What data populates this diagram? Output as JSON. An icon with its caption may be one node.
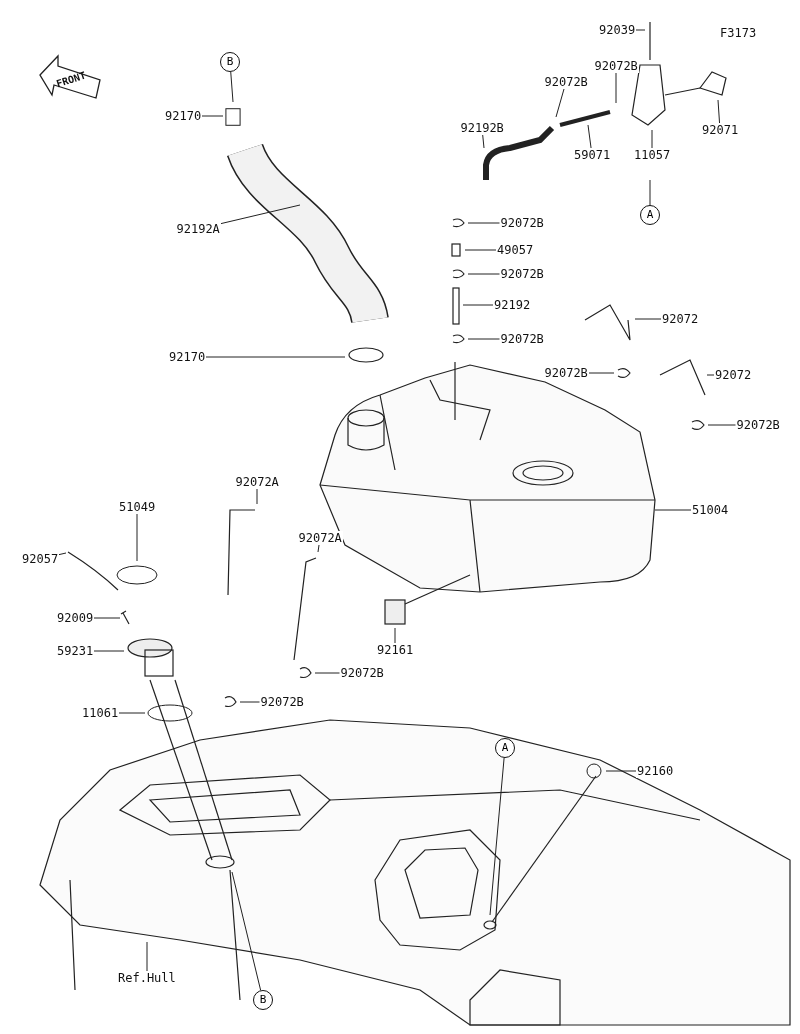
{
  "diagram": {
    "nodes": [
      {
        "text": [
          "B"
        ]
      },
      {
        "text": [
          "92170"
        ]
      },
      {
        "text": [
          "92192A"
        ]
      },
      {
        "text": [
          "92170"
        ]
      },
      {
        "text": [
          "92039"
        ]
      },
      {
        "text": [
          "92072B"
        ]
      },
      {
        "text": [
          "92072B"
        ]
      },
      {
        "text": [
          "92192B"
        ]
      },
      {
        "text": [
          "59071"
        ]
      },
      {
        "text": [
          "11057"
        ]
      },
      {
        "text": [
          "92071"
        ]
      },
      {
        "text": [
          "A"
        ]
      },
      {
        "text": [
          "92072B"
        ]
      },
      {
        "text": [
          "49057"
        ]
      },
      {
        "text": [
          "92072B"
        ]
      },
      {
        "text": [
          "92192"
        ]
      },
      {
        "text": [
          "92072B"
        ]
      },
      {
        "text": [
          "92072"
        ]
      },
      {
        "text": [
          "92072B"
        ]
      },
      {
        "text": [
          "92072"
        ]
      },
      {
        "text": [
          "92072B"
        ]
      },
      {
        "text": [
          "92072A"
        ]
      },
      {
        "text": [
          "51004"
        ]
      },
      {
        "text": [
          "51049"
        ]
      },
      {
        "text": [
          "92057"
        ]
      },
      {
        "text": [
          "92072A"
        ]
      },
      {
        "text": [
          "92009"
        ]
      },
      {
        "text": [
          "92161"
        ]
      },
      {
        "text": [
          "59231"
        ]
      },
      {
        "text": [
          "92072B"
        ]
      },
      {
        "text": [
          "92072B"
        ]
      },
      {
        "text": [
          "11061"
        ]
      },
      {
        "text": [
          "A"
        ]
      },
      {
        "text": [
          "92160"
        ]
      },
      {
        "text": [
          "Ref.Hull"
        ]
      },
      {
        "text": [
          "B"
        ]
      },
      {
        "text": [],
        "shape": "picture"
      },
      {
        "text": [],
        "shape": "picture"
      },
      {
        "text": [],
        "shape": "circle"
      },
      {
        "text": [],
        "shape": "picture"
      },
      {
        "text": [],
        "shape": "box"
      },
      {
        "text": [],
        "shape": "circle"
      },
      {
        "text": [],
        "shape": "picture"
      },
      {
        "text": [],
        "shape": "picture"
      },
      {
        "text": [],
        "shape": "circle"
      }
    ],
    "edges": [
      {
        "from": 0,
        "to": 40,
        "arrow": "none"
      },
      {
        "from": 1,
        "to": 40,
        "arrow": "none"
      },
      {
        "from": 2,
        "to": null,
        "arrow": "none"
      },
      {
        "from": 3,
        "to": null,
        "arrow": "none"
      },
      {
        "from": 4,
        "to": null,
        "arrow": "none"
      },
      {
        "from": 5,
        "to": null,
        "arrow": "none"
      },
      {
        "from": 6,
        "to": null,
        "arrow": "none"
      },
      {
        "from": 7,
        "to": null,
        "arrow": "none"
      },
      {
        "from": 8,
        "to": null,
        "arrow": "none"
      },
      {
        "from": 9,
        "to": null,
        "arrow": "none"
      },
      {
        "from": 10,
        "to": null,
        "arrow": "none"
      },
      {
        "from": 11,
        "to": null,
        "arrow": "none"
      },
      {
        "from": 12,
        "to": null,
        "arrow": "none"
      },
      {
        "from": 13,
        "to": null,
        "arrow": "none"
      },
      {
        "from": 14,
        "to": null,
        "arrow": "none"
      },
      {
        "from": 15,
        "to": null,
        "arrow": "none"
      },
      {
        "from": 16,
        "to": null,
        "arrow": "none"
      },
      {
        "from": 17,
        "to": null,
        "arrow": "none"
      },
      {
        "from": 18,
        "to": null,
        "arrow": "none"
      },
      {
        "from": 19,
        "to": null,
        "arrow": "none"
      },
      {
        "from": 20,
        "to": null,
        "arrow": "none"
      },
      {
        "from": 21,
        "to": null,
        "arrow": "none"
      },
      {
        "from": 22,
        "to": 36,
        "arrow": "none"
      },
      {
        "from": 23,
        "to": 41,
        "arrow": "none"
      },
      {
        "from": 24,
        "to": 39,
        "arrow": "none"
      },
      {
        "from": 25,
        "to": null,
        "arrow": "none"
      },
      {
        "from": 26,
        "to": 42,
        "arrow": "none"
      },
      {
        "from": 27,
        "to": 37,
        "arrow": "none"
      },
      {
        "from": 28,
        "to": 43,
        "arrow": "none"
      },
      {
        "from": 29,
        "to": null,
        "arrow": "none"
      },
      {
        "from": 30,
        "to": null,
        "arrow": "none"
      },
      {
        "from": 31,
        "to": 44,
        "arrow": "none"
      },
      {
        "from": 32,
        "to": null,
        "arrow": "none"
      },
      {
        "from": 33,
        "to": 38,
        "arrow": "none"
      },
      {
        "from": 34,
        "to": null,
        "arrow": "none"
      },
      {
        "from": 35,
        "to": null,
        "arrow": "none"
      }
    ],
    "labels": [
      "F3173",
      "FRONT"
    ]
  }
}
